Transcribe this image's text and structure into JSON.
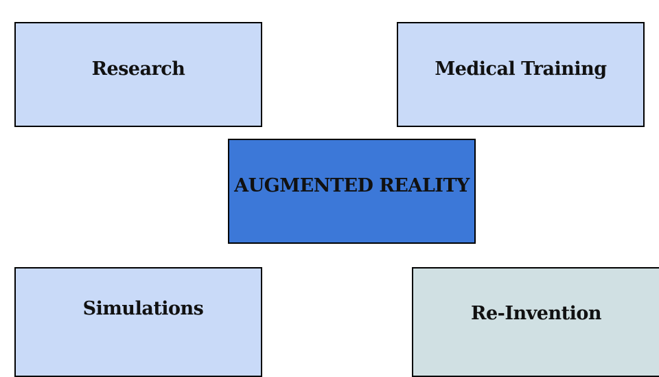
{
  "diagram": {
    "center": {
      "label": "AUGMENTED REALITY",
      "fill": "#3c78d8"
    },
    "nodes": [
      {
        "id": "research",
        "label": "Research",
        "fill": "#c9daf8"
      },
      {
        "id": "medical-training",
        "label": "Medical Training",
        "fill": "#c9daf8"
      },
      {
        "id": "simulations",
        "label": "Simulations",
        "fill": "#c9daf8"
      },
      {
        "id": "re-invention",
        "label": "Re-Invention",
        "fill": "#d0e0e3"
      }
    ],
    "border_color": "#000000",
    "text_color": "#111111"
  }
}
